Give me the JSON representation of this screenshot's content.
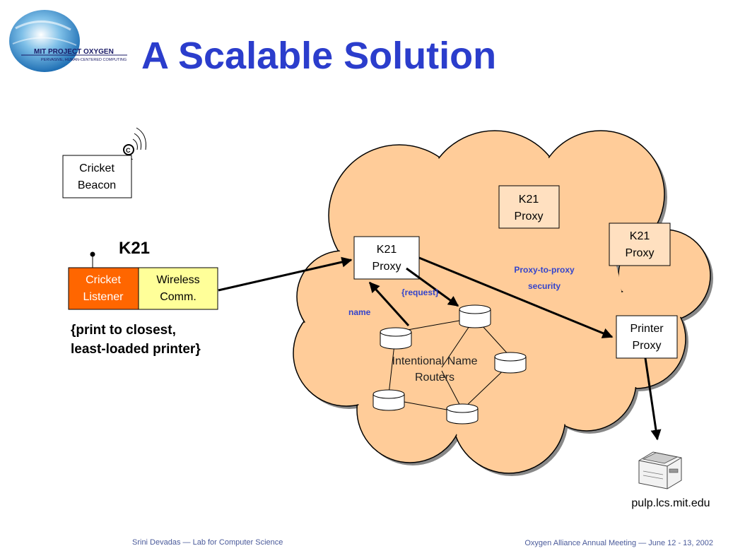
{
  "logo": {
    "line1": "MIT PROJECT OXYGEN",
    "line2": "PERVASIVE, HUMAN-CENTERED COMPUTING"
  },
  "title": "A Scalable Solution",
  "beacon": {
    "line1": "Cricket",
    "line2": "Beacon"
  },
  "k21_label": "K21",
  "listener": {
    "line1": "Cricket",
    "line2": "Listener"
  },
  "wireless": {
    "line1": "Wireless",
    "line2": "Comm."
  },
  "request_text": {
    "line1": "{print to closest,",
    "line2": "least-loaded printer}"
  },
  "proxies": [
    {
      "line1": "K21",
      "line2": "Proxy"
    },
    {
      "line1": "K21",
      "line2": "Proxy"
    },
    {
      "line1": "K21",
      "line2": "Proxy"
    }
  ],
  "printer_proxy": {
    "line1": "Printer",
    "line2": "Proxy"
  },
  "labels": {
    "request": "{request}",
    "name": "name",
    "security_line1": "Proxy-to-proxy",
    "security_line2": "security",
    "inr_line1": "Intentional Name",
    "inr_line2": "Routers"
  },
  "printer_host": "pulp.lcs.mit.edu",
  "footer": {
    "left": "Srini Devadas —  Lab for Computer Science",
    "right": "Oxygen Alliance Annual Meeting — June 12 - 13, 2002"
  },
  "colors": {
    "title": "#2b3dcc",
    "cloud": "#ffcc99",
    "listener_bg": "#ff6600",
    "wireless_bg": "#ffff99",
    "proxy_bg": "#ffe0c0",
    "code_text": "#3344cc",
    "footer_text": "#4a5a9a"
  }
}
